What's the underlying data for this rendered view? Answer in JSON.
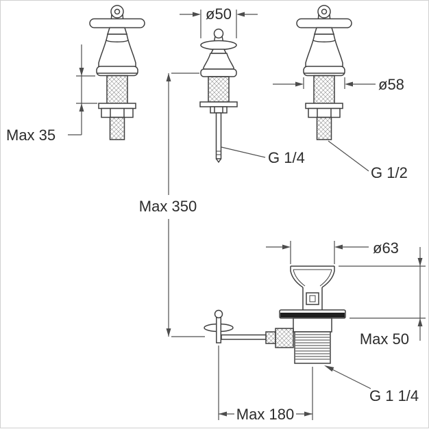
{
  "drawing": {
    "colors": {
      "background": "#ffffff",
      "line": "#3f3f3f",
      "dimension_line": "#4d4d4d",
      "text": "#2b2b2b"
    },
    "labels": {
      "max_35": "Max 35",
      "dia_50": "ø50",
      "dia_58": "ø58",
      "g_14": "G 1/4",
      "g_12": "G 1/2",
      "max_350": "Max 350",
      "dia_63": "ø63",
      "max_50": "Max 50",
      "g_114": "G 1 1/4",
      "max_180": "Max 180"
    }
  }
}
